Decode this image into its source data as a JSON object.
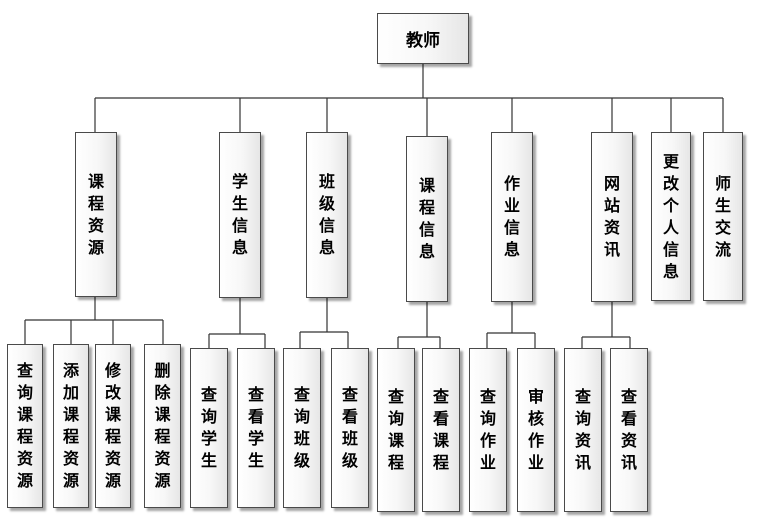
{
  "root": {
    "label": "教师"
  },
  "modules": [
    {
      "label": "课程资源",
      "children": [
        "查询课程资源",
        "添加课程资源",
        "修改课程资源",
        "删除课程资源"
      ]
    },
    {
      "label": "学生信息",
      "children": [
        "查询学生",
        "查看学生"
      ]
    },
    {
      "label": "班级信息",
      "children": [
        "查询班级",
        "查看班级"
      ]
    },
    {
      "label": "课程信息",
      "children": [
        "查询课程",
        "查看课程"
      ]
    },
    {
      "label": "作业信息",
      "children": [
        "查询作业",
        "审核作业"
      ]
    },
    {
      "label": "网站资讯",
      "children": [
        "查询资讯",
        "查看资讯"
      ]
    },
    {
      "label": "更改个人信息",
      "children": []
    },
    {
      "label": "师生交流",
      "children": []
    }
  ]
}
